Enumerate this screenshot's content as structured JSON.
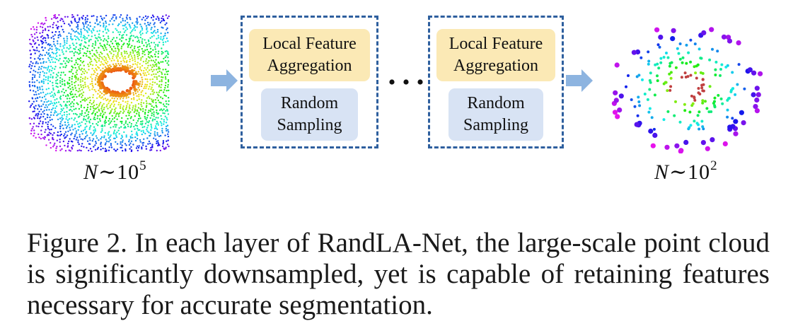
{
  "left_cloud": {
    "label_var": "N",
    "label_tilde": "∼",
    "label_base": "10",
    "label_exp": "5"
  },
  "right_cloud": {
    "label_var": "N",
    "label_tilde": "∼",
    "label_base": "10",
    "label_exp": "2"
  },
  "blocks": [
    {
      "feature_line1": "Local Feature",
      "feature_line2": "Aggregation",
      "sampling_line1": "Random",
      "sampling_line2": "Sampling"
    },
    {
      "feature_line1": "Local Feature",
      "feature_line2": "Aggregation",
      "sampling_line1": "Random",
      "sampling_line2": "Sampling"
    }
  ],
  "colors": {
    "block_border": "#2e5f9e",
    "feature_fill": "#fbe9b5",
    "sampling_fill": "#d8e3f4",
    "arrow": "#8db4e0"
  },
  "caption": "Figure 2. In each layer of RandLA-Net, the large-scale point cloud is significantly downsampled, yet is capable of retaining features necessary for accurate segmentation."
}
